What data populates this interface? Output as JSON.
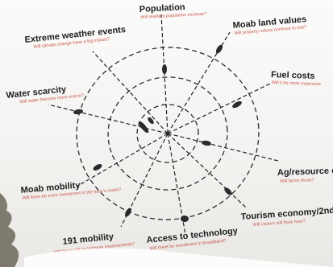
{
  "diagram": {
    "axes": [
      {
        "title": "Population",
        "question": "Will resident population increase?"
      },
      {
        "title": "Moab land values",
        "question": "Will property values continue to rise?"
      },
      {
        "title": "Fuel costs",
        "question": "Will it be more expensive"
      },
      {
        "title": "Ag/resource ec",
        "question": "Will farms thrive?"
      },
      {
        "title": "Tourism economy/2nd h",
        "question": "Will visitors still flock here?"
      },
      {
        "title": "Access to technology",
        "question": "Will there be investment in broadband?"
      },
      {
        "title": "191 mobility",
        "question": "Will there still be highway improvements?"
      },
      {
        "title": "Moab mobility",
        "question": "Will there be more investment in the town's roads?"
      },
      {
        "title": "Water scarcity",
        "question": "Will water become more scarce?"
      },
      {
        "title": "Extreme weather events",
        "question": "Will climate change have a big impact?"
      }
    ],
    "rings": 3,
    "marker_color": "#2a2a2a",
    "line_color": "#222222",
    "question_color": "#c9564a"
  }
}
